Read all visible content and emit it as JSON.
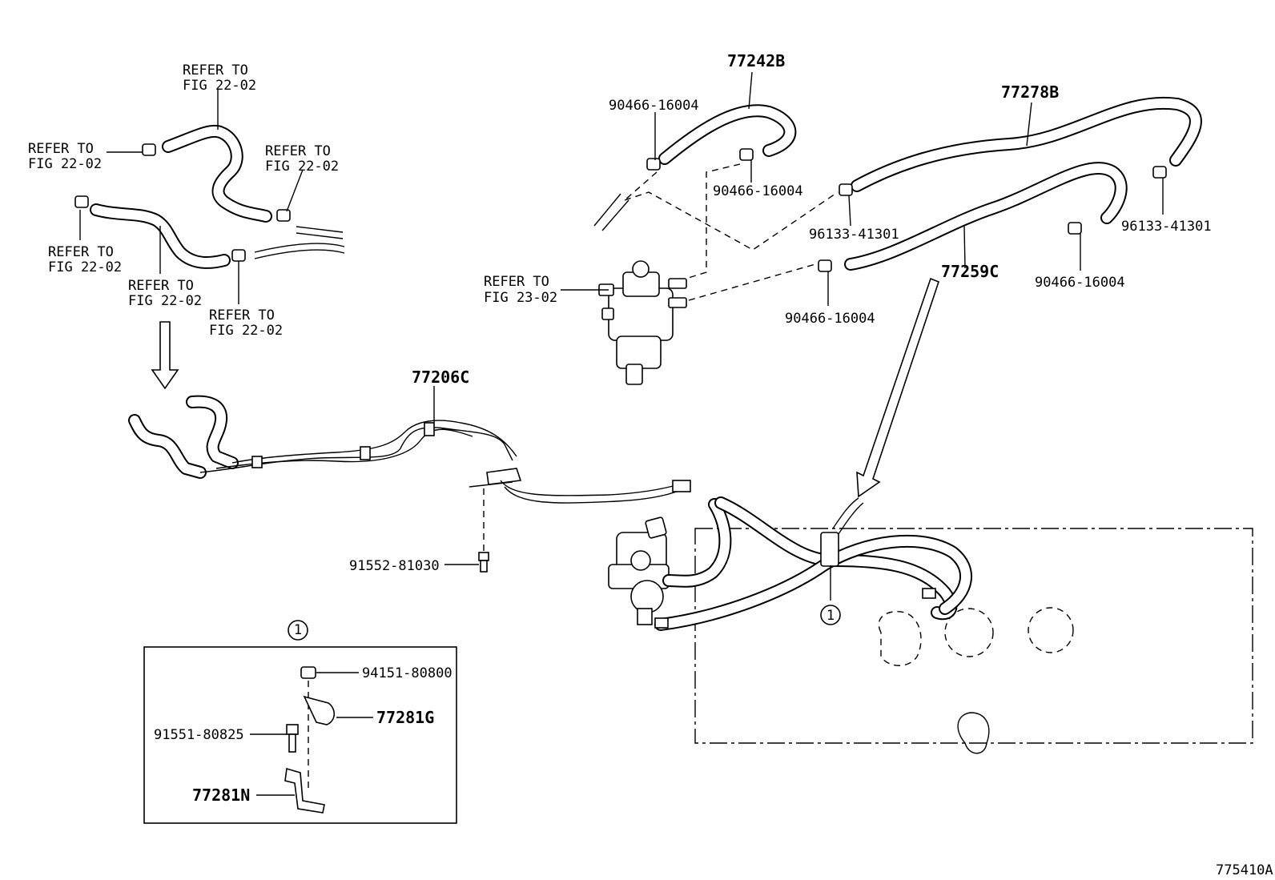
{
  "labels": {
    "refer_a_l1": "REFER TO",
    "refer_a_l2": "FIG 22-02",
    "refer_b_l1": "REFER TO",
    "refer_b_l2": "FIG 22-02",
    "refer_c_l1": "REFER TO",
    "refer_c_l2": "FIG 22-02",
    "refer_d_l1": "REFER TO",
    "refer_d_l2": "FIG 22-02",
    "refer_e_l1": "REFER TO",
    "refer_e_l2": "FIG 22-02",
    "refer_f_l1": "REFER TO",
    "refer_f_l2": "FIG 22-02",
    "refer_g_l1": "REFER TO",
    "refer_g_l2": "FIG 23-02",
    "p77242b": "77242B",
    "p77278b": "77278B",
    "p77259c": "77259C",
    "p77206c": "77206C",
    "p90466_a": "90466-16004",
    "p90466_b": "90466-16004",
    "p90466_c": "90466-16004",
    "p90466_d": "90466-16004",
    "p96133_a": "96133-41301",
    "p96133_b": "96133-41301",
    "p91552": "91552-81030",
    "p94151": "94151-80800",
    "p77281g": "77281G",
    "p91551": "91551-80825",
    "p77281n": "77281N",
    "callout_top": "1",
    "callout_main": "1",
    "figure_id": "775410A"
  }
}
